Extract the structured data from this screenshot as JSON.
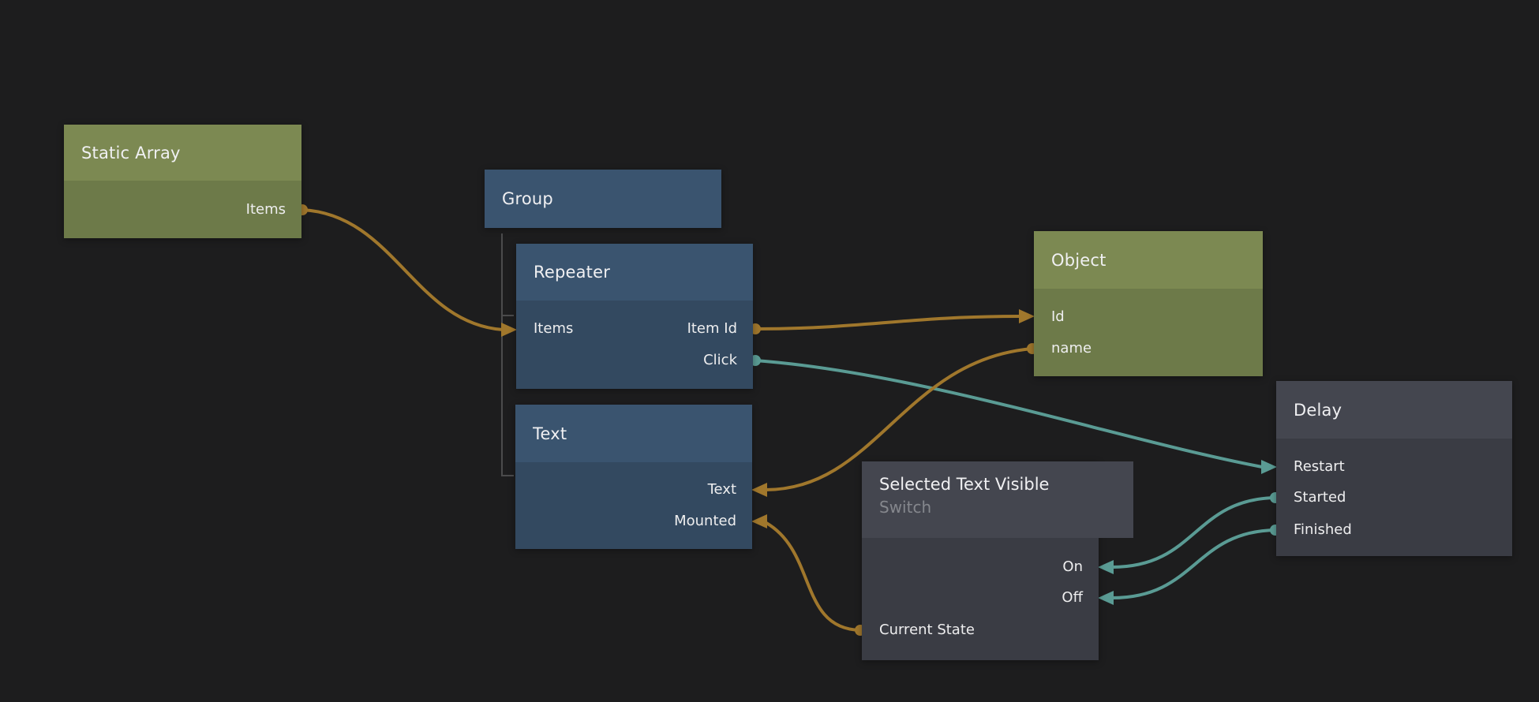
{
  "app": {
    "name": "node-graph-editor"
  },
  "colors": {
    "background": "#1d1d1e",
    "node_olive_header": "#7c8952",
    "node_olive_body": "#6d7a49",
    "node_blue_header": "#3a546f",
    "node_blue_body": "#334960",
    "node_dark_header": "#44464f",
    "node_dark_body": "#3a3c44",
    "data_wire": "#a0772c",
    "signal_wire": "#5a9b94",
    "tree_line": "#4b4b4c",
    "title_text": "#f0f0f2",
    "subtitle_text": "#85878d"
  },
  "nodes": [
    {
      "title": "Static Array",
      "ports": [
        {
          "name": "Items",
          "kind": "output"
        }
      ]
    },
    {
      "title": "Group",
      "ports": []
    },
    {
      "title": "Repeater",
      "ports": [
        {
          "name": "Items",
          "kind": "input"
        },
        {
          "name": "Item Id",
          "kind": "output"
        },
        {
          "name": "Click",
          "kind": "output"
        }
      ]
    },
    {
      "title": "Text",
      "ports": [
        {
          "name": "Text",
          "kind": "input"
        },
        {
          "name": "Mounted",
          "kind": "input"
        }
      ]
    },
    {
      "title": "Object",
      "ports": [
        {
          "name": "Id",
          "kind": "input"
        },
        {
          "name": "name",
          "kind": "output"
        }
      ]
    },
    {
      "title": "Delay",
      "ports": [
        {
          "name": "Restart",
          "kind": "input"
        },
        {
          "name": "Started",
          "kind": "output"
        },
        {
          "name": "Finished",
          "kind": "output"
        }
      ]
    },
    {
      "title": "Selected Text Visible",
      "subtitle": "Switch",
      "ports": [
        {
          "name": "On",
          "kind": "input"
        },
        {
          "name": "Off",
          "kind": "input"
        },
        {
          "name": "Current State",
          "kind": "output"
        }
      ]
    }
  ],
  "connections": [
    {
      "from": "Static Array.Items",
      "to": "Repeater.Items",
      "type": "data"
    },
    {
      "from": "Repeater.Item Id",
      "to": "Object.Id",
      "type": "data"
    },
    {
      "from": "Repeater.Click",
      "to": "Delay.Restart",
      "type": "signal"
    },
    {
      "from": "Object.name",
      "to": "Text.Text",
      "type": "data"
    },
    {
      "from": "Selected Text Visible.Current State",
      "to": "Text.Mounted",
      "type": "data"
    },
    {
      "from": "Delay.Started",
      "to": "Selected Text Visible.On",
      "type": "signal"
    },
    {
      "from": "Delay.Finished",
      "to": "Selected Text Visible.Off",
      "type": "signal"
    }
  ]
}
